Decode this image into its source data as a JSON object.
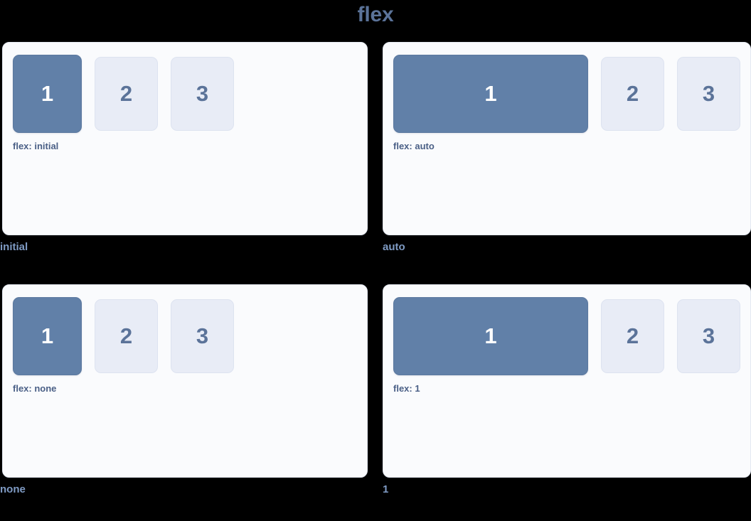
{
  "title": "flex",
  "colors": {
    "background": "#000000",
    "panel_bg": "#fafbfd",
    "panel_border": "#e4e9f2",
    "primary_item": "#6180a8",
    "muted_item": "#e8ecf6",
    "muted_item_border": "#dde3f0",
    "title_text": "#5b7399",
    "label_text": "#4a5f86",
    "caption_text": "#7f9bc4",
    "primary_number": "#ffffff",
    "muted_number": "#5b7399"
  },
  "demos": [
    {
      "mode": "initial",
      "caption": "initial",
      "label": "flex: initial",
      "items": [
        {
          "number": "1",
          "style": "primary"
        },
        {
          "number": "2",
          "style": "muted"
        },
        {
          "number": "3",
          "style": "muted"
        }
      ]
    },
    {
      "mode": "auto",
      "caption": "auto",
      "label": "flex: auto",
      "items": [
        {
          "number": "1",
          "style": "primary"
        },
        {
          "number": "2",
          "style": "muted"
        },
        {
          "number": "3",
          "style": "muted"
        }
      ]
    },
    {
      "mode": "none",
      "caption": "none",
      "label": "flex: none",
      "items": [
        {
          "number": "1",
          "style": "primary"
        },
        {
          "number": "2",
          "style": "muted"
        },
        {
          "number": "3",
          "style": "muted"
        }
      ]
    },
    {
      "mode": "1",
      "caption": "1",
      "label": "flex: 1",
      "items": [
        {
          "number": "1",
          "style": "primary"
        },
        {
          "number": "2",
          "style": "muted"
        },
        {
          "number": "3",
          "style": "muted"
        }
      ]
    }
  ]
}
